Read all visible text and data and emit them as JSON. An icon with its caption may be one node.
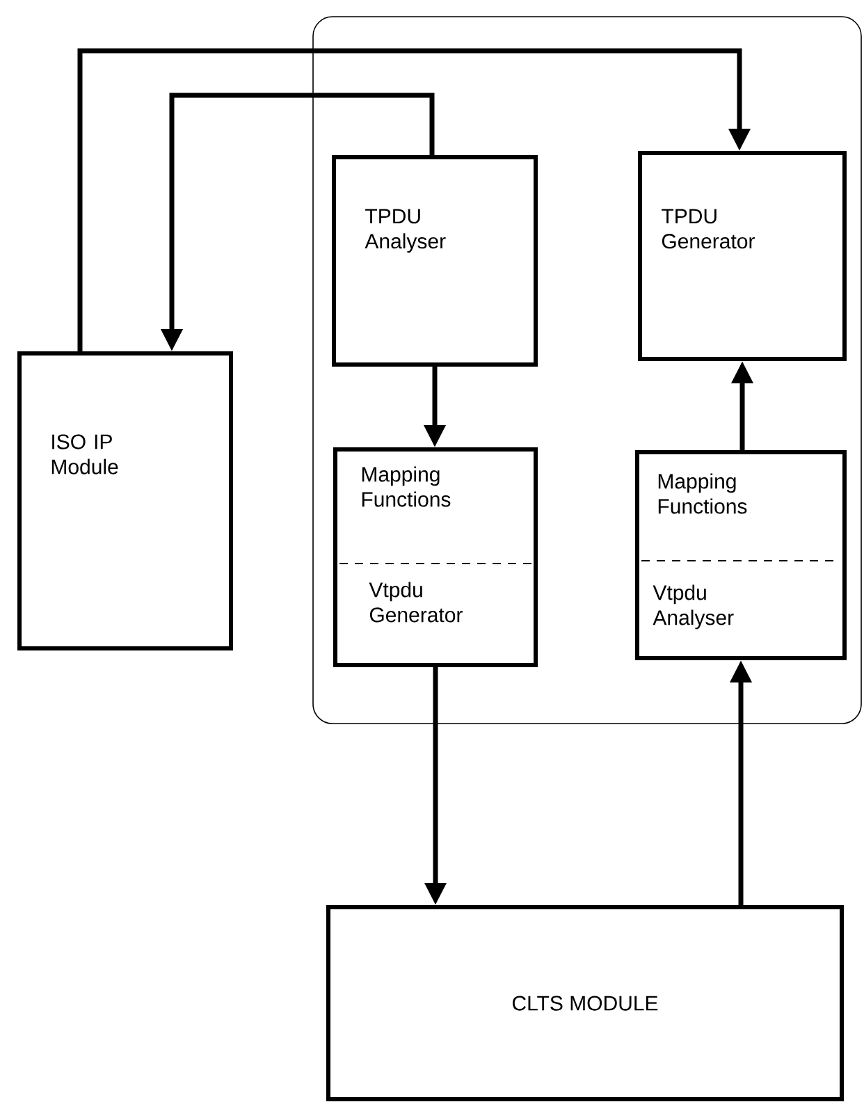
{
  "diagram": {
    "nodes": [
      {
        "text": [],
        "shape": "box"
      },
      {
        "text": [
          "TPDU Analyser"
        ],
        "in": 0
      },
      {
        "text": [
          "TPDU Generator"
        ],
        "in": 0
      },
      {
        "text": [
          "Mapping Functions",
          "Vtpdu Generator"
        ],
        "in": 0
      },
      {
        "text": [
          "Mapping Functions",
          "Vtpdu Analyser"
        ],
        "in": 0
      },
      {
        "text": [
          "ISO IP Module"
        ]
      },
      {
        "text": [
          "CLTS MODULE"
        ]
      }
    ],
    "edges": [
      {
        "from": 5,
        "to": 2,
        "arrow": "to"
      },
      {
        "from": 1,
        "to": 5,
        "arrow": "to"
      },
      {
        "from": 1,
        "to": 3,
        "arrow": "to"
      },
      {
        "from": 4,
        "to": 2,
        "arrow": "to"
      },
      {
        "from": 3,
        "to": 6,
        "arrow": "to"
      },
      {
        "from": 6,
        "to": 4,
        "arrow": "to"
      }
    ]
  }
}
